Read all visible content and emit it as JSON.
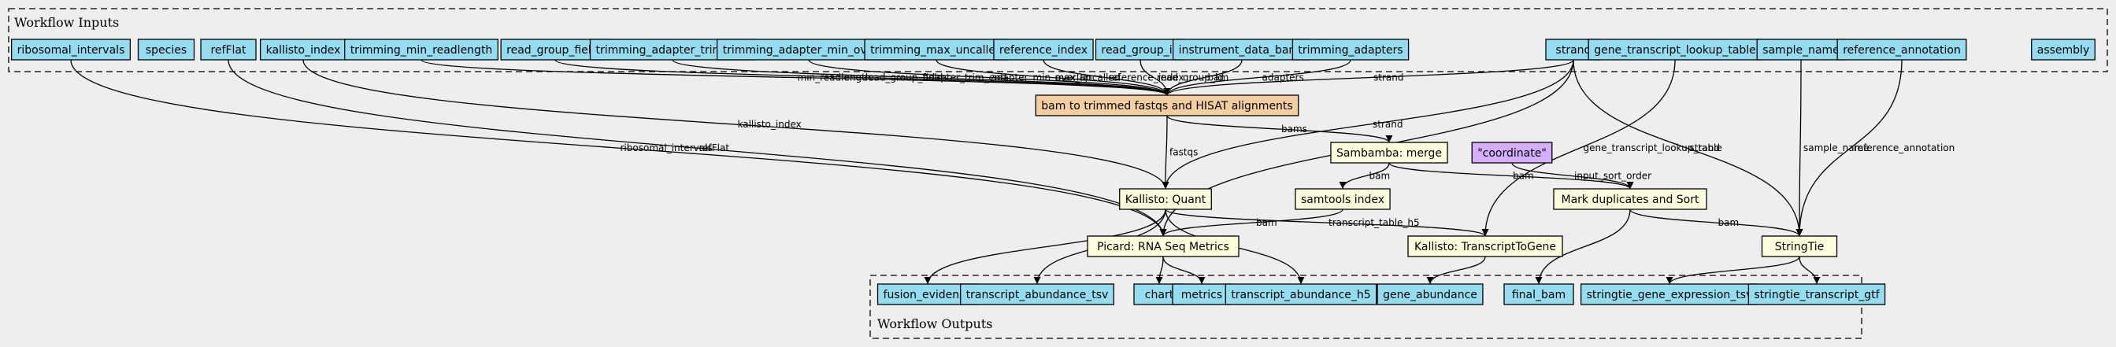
{
  "colors": {
    "background": "#eeeeee",
    "input_output_fill": "#94ddf0",
    "step_fill": "#ffffdd",
    "subworkflow_fill": "#f3cea1",
    "default_fill": "#d5aefc"
  },
  "clusters": {
    "inputs_label": "Workflow Inputs",
    "outputs_label": "Workflow Outputs"
  },
  "inputs": [
    {
      "id": "ribosomal_intervals",
      "label": "ribosomal_intervals"
    },
    {
      "id": "species",
      "label": "species"
    },
    {
      "id": "refFlat",
      "label": "refFlat"
    },
    {
      "id": "kallisto_index",
      "label": "kallisto_index"
    },
    {
      "id": "trimming_min_readlength",
      "label": "trimming_min_readlength"
    },
    {
      "id": "read_group_fields",
      "label": "read_group_fields"
    },
    {
      "id": "trimming_adapter_trim_end",
      "label": "trimming_adapter_trim_end"
    },
    {
      "id": "trimming_adapter_min_overlap",
      "label": "trimming_adapter_min_overlap"
    },
    {
      "id": "trimming_max_uncalled",
      "label": "trimming_max_uncalled"
    },
    {
      "id": "reference_index",
      "label": "reference_index"
    },
    {
      "id": "read_group_id",
      "label": "read_group_id"
    },
    {
      "id": "instrument_data_bams",
      "label": "instrument_data_bams"
    },
    {
      "id": "trimming_adapters",
      "label": "trimming_adapters"
    },
    {
      "id": "strand",
      "label": "strand"
    },
    {
      "id": "gene_transcript_lookup_table",
      "label": "gene_transcript_lookup_table"
    },
    {
      "id": "sample_name",
      "label": "sample_name"
    },
    {
      "id": "reference_annotation",
      "label": "reference_annotation"
    },
    {
      "id": "assembly",
      "label": "assembly"
    }
  ],
  "steps": [
    {
      "id": "bam_to_trimmed",
      "label": "bam to trimmed fastqs and HISAT alignments",
      "kind": "subworkflow"
    },
    {
      "id": "sambamba",
      "label": "Sambamba: merge",
      "kind": "step"
    },
    {
      "id": "coordinate",
      "label": "\"coordinate\"",
      "kind": "default"
    },
    {
      "id": "samtools_index",
      "label": "samtools index",
      "kind": "step"
    },
    {
      "id": "kallisto_quant",
      "label": "Kallisto: Quant",
      "kind": "step"
    },
    {
      "id": "mark_dup",
      "label": "Mark duplicates and Sort",
      "kind": "step"
    },
    {
      "id": "picard",
      "label": "Picard: RNA Seq Metrics",
      "kind": "step"
    },
    {
      "id": "transcript_to_gene",
      "label": "Kallisto: TranscriptToGene",
      "kind": "step"
    },
    {
      "id": "stringtie",
      "label": "StringTie",
      "kind": "step"
    }
  ],
  "outputs": [
    {
      "id": "fusion_evidence",
      "label": "fusion_evidence"
    },
    {
      "id": "transcript_abundance_tsv",
      "label": "transcript_abundance_tsv"
    },
    {
      "id": "chart",
      "label": "chart"
    },
    {
      "id": "metrics",
      "label": "metrics"
    },
    {
      "id": "transcript_abundance_h5",
      "label": "transcript_abundance_h5"
    },
    {
      "id": "gene_abundance",
      "label": "gene_abundance"
    },
    {
      "id": "final_bam",
      "label": "final_bam"
    },
    {
      "id": "stringtie_gene_expression_tsv",
      "label": "stringtie_gene_expression_tsv"
    },
    {
      "id": "stringtie_transcript_gtf",
      "label": "stringtie_transcript_gtf"
    }
  ],
  "edges": [
    {
      "from": "trimming_min_readlength",
      "to": "bam_to_trimmed",
      "label": "min_readlength"
    },
    {
      "from": "read_group_fields",
      "to": "bam_to_trimmed",
      "label": "read_group_fields"
    },
    {
      "from": "trimming_adapter_trim_end",
      "to": "bam_to_trimmed",
      "label": "adapter_trim_end"
    },
    {
      "from": "trimming_adapter_min_overlap",
      "to": "bam_to_trimmed",
      "label": "adapter_min_overlap"
    },
    {
      "from": "trimming_max_uncalled",
      "to": "bam_to_trimmed",
      "label": "max_uncalled"
    },
    {
      "from": "reference_index",
      "to": "bam_to_trimmed",
      "label": "reference_index"
    },
    {
      "from": "read_group_id",
      "to": "bam_to_trimmed",
      "label": "read_group_id"
    },
    {
      "from": "instrument_data_bams",
      "to": "bam_to_trimmed",
      "label": "bam"
    },
    {
      "from": "trimming_adapters",
      "to": "bam_to_trimmed",
      "label": "adapters"
    },
    {
      "from": "strand",
      "to": "bam_to_trimmed",
      "label": "strand"
    },
    {
      "from": "ribosomal_intervals",
      "to": "picard",
      "label": "ribosomal_intervals"
    },
    {
      "from": "refFlat",
      "to": "picard",
      "label": "refFlat"
    },
    {
      "from": "kallisto_index",
      "to": "kallisto_quant",
      "label": "kallisto_index"
    },
    {
      "from": "strand",
      "to": "kallisto_quant",
      "label": "strand"
    },
    {
      "from": "strand",
      "to": "picard",
      "label": "strand"
    },
    {
      "from": "strand",
      "to": "stringtie",
      "label": "strand"
    },
    {
      "from": "gene_transcript_lookup_table",
      "to": "transcript_to_gene",
      "label": "gene_transcript_lookup_table"
    },
    {
      "from": "sample_name",
      "to": "stringtie",
      "label": "sample_name"
    },
    {
      "from": "reference_annotation",
      "to": "stringtie",
      "label": "reference_annotation"
    },
    {
      "from": "bam_to_trimmed",
      "to": "kallisto_quant",
      "label": "fastqs"
    },
    {
      "from": "bam_to_trimmed",
      "to": "sambamba",
      "label": "bams"
    },
    {
      "from": "sambamba",
      "to": "samtools_index",
      "label": "bam"
    },
    {
      "from": "sambamba",
      "to": "mark_dup",
      "label": "bam"
    },
    {
      "from": "coordinate",
      "to": "mark_dup",
      "label": "input_sort_order"
    },
    {
      "from": "samtools_index",
      "to": "picard",
      "label": "bam"
    },
    {
      "from": "kallisto_quant",
      "to": "transcript_to_gene",
      "label": "transcript_table_h5"
    },
    {
      "from": "mark_dup",
      "to": "stringtie",
      "label": "bam"
    },
    {
      "from": "kallisto_quant",
      "to": "fusion_evidence",
      "label": ""
    },
    {
      "from": "kallisto_quant",
      "to": "transcript_abundance_tsv",
      "label": ""
    },
    {
      "from": "kallisto_quant",
      "to": "transcript_abundance_h5",
      "label": ""
    },
    {
      "from": "picard",
      "to": "chart",
      "label": ""
    },
    {
      "from": "picard",
      "to": "metrics",
      "label": ""
    },
    {
      "from": "transcript_to_gene",
      "to": "gene_abundance",
      "label": ""
    },
    {
      "from": "mark_dup",
      "to": "final_bam",
      "label": ""
    },
    {
      "from": "stringtie",
      "to": "stringtie_gene_expression_tsv",
      "label": ""
    },
    {
      "from": "stringtie",
      "to": "stringtie_transcript_gtf",
      "label": ""
    }
  ]
}
